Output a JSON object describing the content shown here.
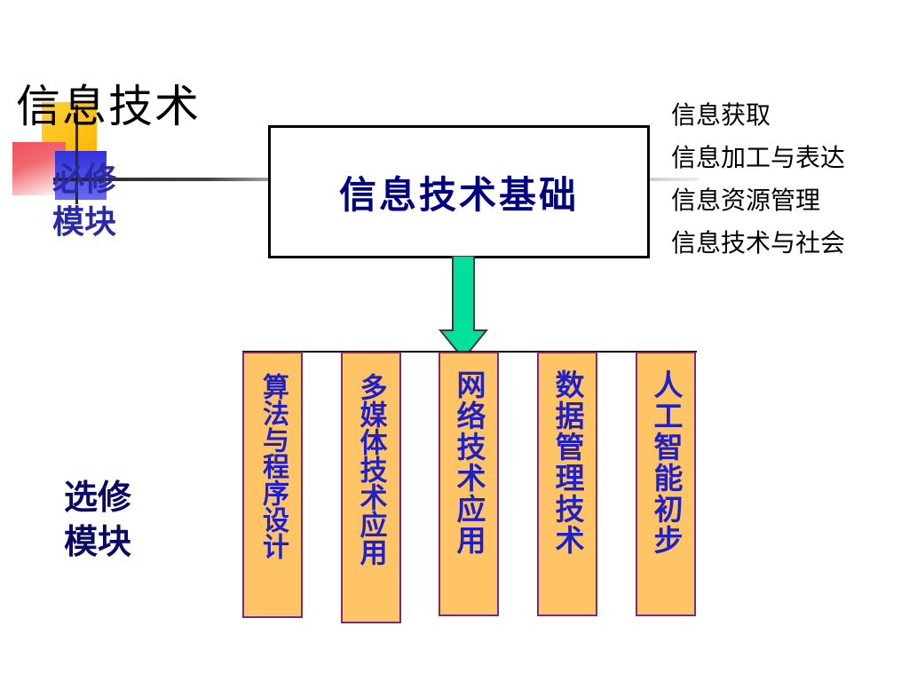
{
  "title": "信息技术",
  "required_module": {
    "label_line1": "必修",
    "label_line2": "模块"
  },
  "main_box": {
    "label": "信息技术基础"
  },
  "topics": [
    "信息获取",
    "信息加工与表达",
    "信息资源管理",
    "信息技术与社会"
  ],
  "elective_module": {
    "label_line1": "选修",
    "label_line2": "模块"
  },
  "elective_courses": [
    "算法与程序设计",
    "多媒体技术应用",
    "网络技术应用",
    "数据管理技术",
    "人工智能初步"
  ],
  "colors": {
    "box_text": "#000080",
    "module_fill": "#ffc466",
    "module_border": "#7a2a7a",
    "module_text": "#2020c8",
    "arrow_fill": "#00e09a",
    "required_label": "#2a2aa8",
    "elective_label": "#0a0a66"
  }
}
